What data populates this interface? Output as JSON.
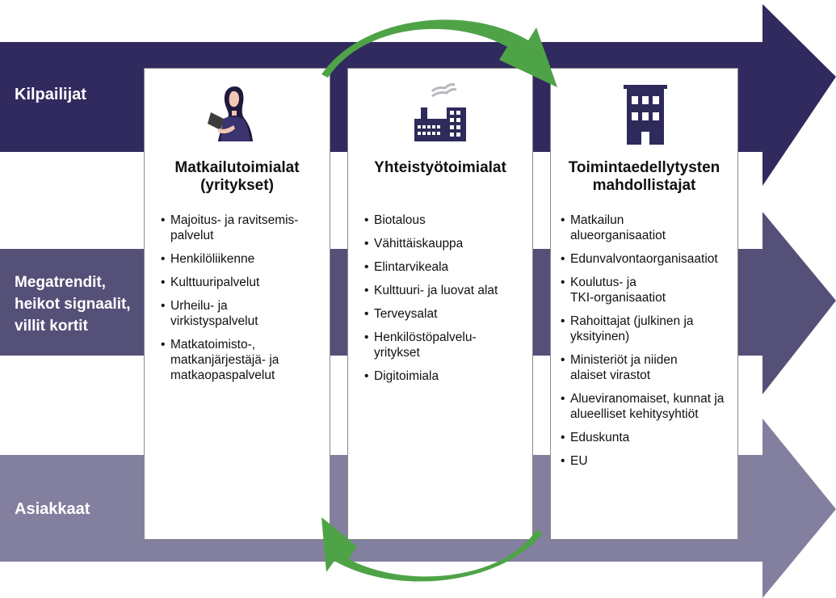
{
  "colors": {
    "band_top": "#302a5e",
    "band_middle": "#545078",
    "band_bottom": "#837f9f",
    "cycle_arrow": "#4ea346",
    "text": "#111111"
  },
  "bands": [
    {
      "id": "kilpailijat",
      "lines": [
        "Kilpailijat"
      ]
    },
    {
      "id": "megatrendit",
      "lines": [
        "Megatrendit,",
        "heikot signaalit,",
        "villit kortit"
      ]
    },
    {
      "id": "asiakkaat",
      "lines": [
        "Asiakkaat"
      ]
    }
  ],
  "columns": [
    {
      "icon": "person-with-tablet-icon",
      "title_lines": [
        "Matkailutoimialat",
        "(yritykset)"
      ],
      "items": [
        [
          "Majoitus- ja ravitsemis-",
          "palvelut"
        ],
        [
          "Henkilöliikenne"
        ],
        [
          "Kulttuuripalvelut"
        ],
        [
          "Urheilu- ja",
          "virkistyspalvelut"
        ],
        [
          "Matkatoimisto-,",
          "matkanjärjestäjä- ja",
          "matkaopaspalvelut"
        ]
      ]
    },
    {
      "icon": "factory-icon",
      "title_lines": [
        "Yhteistyötoimialat"
      ],
      "items": [
        [
          "Biotalous"
        ],
        [
          "Vähittäiskauppa"
        ],
        [
          "Elintarvikeala"
        ],
        [
          "Kulttuuri- ja luovat alat"
        ],
        [
          "Terveysalat"
        ],
        [
          "Henkilöstöpalvelu-",
          "yritykset"
        ],
        [
          "Digitoimiala"
        ]
      ]
    },
    {
      "icon": "office-building-icon",
      "title_lines": [
        "Toimintaedellytysten",
        "mahdollistajat"
      ],
      "items": [
        [
          "Matkailun",
          "alueorganisaatiot"
        ],
        [
          "Edunvalvontaorganisaatiot"
        ],
        [
          "Koulutus- ja",
          "TKI-organisaatiot"
        ],
        [
          "Rahoittajat (julkinen ja",
          "yksityinen)"
        ],
        [
          "Ministeriöt ja niiden",
          "alaiset virastot"
        ],
        [
          "Alueviranomaiset, kunnat ja",
          "alueelliset kehitysyhtiöt"
        ],
        [
          "Eduskunta"
        ],
        [
          "EU"
        ]
      ]
    }
  ]
}
